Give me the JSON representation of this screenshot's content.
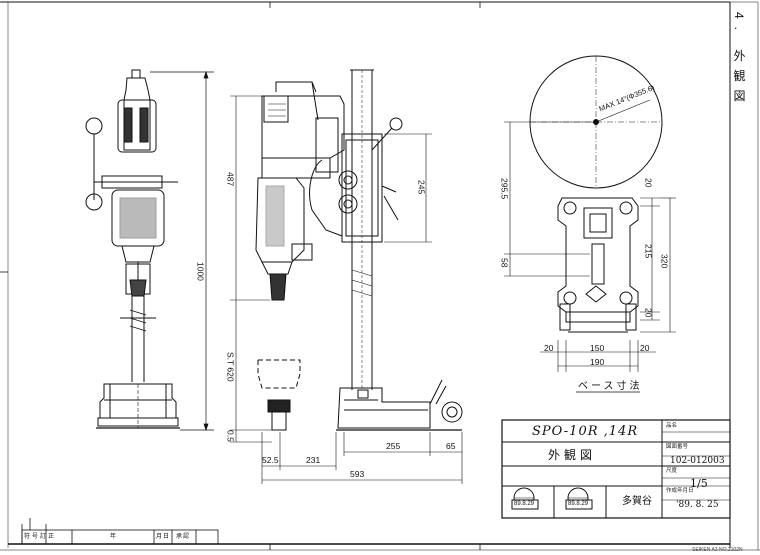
{
  "side_title": "4. 外観図",
  "model": "SPO-10R ,14R",
  "drawing_name": "外観図",
  "drawing_no_label": "図面番号",
  "drawing_no": "102-012003",
  "scale_label": "尺度",
  "scale": "1/5",
  "date_label": "作成年月日",
  "date": "'89. 8. 25",
  "name_label": "品名",
  "signer_name": "多賀谷",
  "stamp1_date": "89.8.29",
  "stamp2_date": "89.8.29",
  "base_caption": "ベース寸法",
  "dims": {
    "d1000": "1000",
    "d487": "487",
    "d245": "245",
    "st620": "S.T 620",
    "d05": "0.5",
    "d525": "52.5",
    "d231": "231",
    "d255": "255",
    "d65": "65",
    "d593": "593",
    "max": "MAX 14\"(Φ355.6)",
    "d2955": "295.5",
    "d20a": "20",
    "d58": "58",
    "d215": "215",
    "d320": "320",
    "d20b": "20",
    "d150": "150",
    "d20c": "20",
    "d20d": "20",
    "d190": "190"
  },
  "revision_headers": [
    "符号",
    "訂",
    "正",
    "年",
    "月",
    "日",
    "承",
    "認"
  ],
  "footer_note": "SEIKEN A3 NO.2102N",
  "colors": {
    "ink": "#111111",
    "paper": "#ffffff"
  }
}
